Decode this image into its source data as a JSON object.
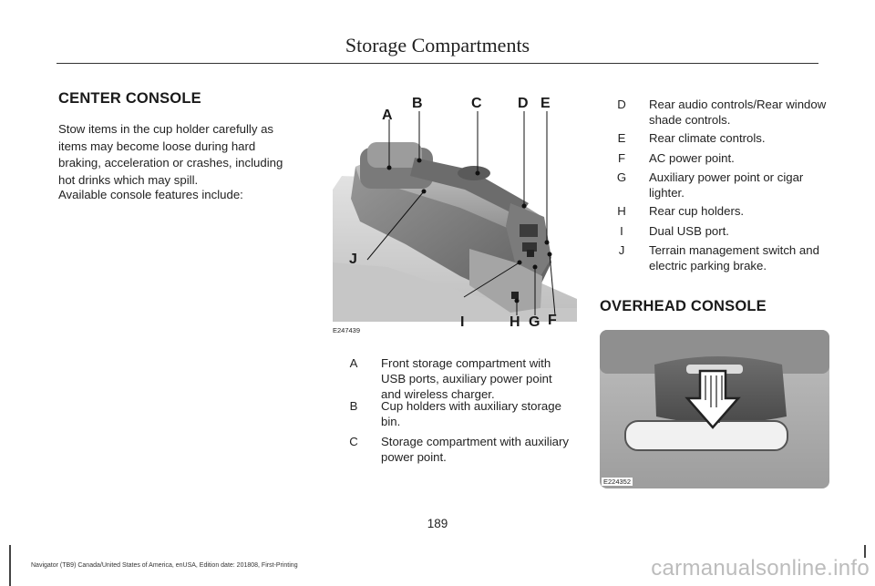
{
  "header": {
    "title": "Storage Compartments"
  },
  "center_console": {
    "heading": "CENTER CONSOLE",
    "paragraphs": [
      [
        "Stow items in the cup holder carefully as",
        "items may become loose during hard",
        "braking, acceleration or crashes, including",
        "hot drinks which may spill."
      ],
      [
        "Available console features include:"
      ]
    ],
    "figure_code": "E247439",
    "callouts": [
      "A",
      "B",
      "C",
      "D",
      "E",
      "F",
      "G",
      "H",
      "I",
      "J"
    ]
  },
  "legend": [
    {
      "letter": "A",
      "lines": [
        "Front storage compartment with",
        "USB ports, auxiliary power point",
        "and wireless charger."
      ]
    },
    {
      "letter": "B",
      "lines": [
        "Cup holders with auxiliary storage",
        "bin."
      ]
    },
    {
      "letter": "C",
      "lines": [
        "Storage compartment with auxiliary",
        "power point."
      ]
    },
    {
      "letter": "D",
      "lines": [
        "Rear audio controls/Rear window",
        "shade controls."
      ]
    },
    {
      "letter": "E",
      "lines": [
        "Rear climate controls."
      ]
    },
    {
      "letter": "F",
      "lines": [
        "AC power point."
      ]
    },
    {
      "letter": "G",
      "lines": [
        "Auxiliary power point or cigar",
        "lighter."
      ]
    },
    {
      "letter": "H",
      "lines": [
        "Rear cup holders."
      ]
    },
    {
      "letter": "I",
      "lines": [
        "Dual USB port."
      ]
    },
    {
      "letter": "J",
      "lines": [
        "Terrain management switch and",
        "electric parking brake."
      ]
    }
  ],
  "overhead_console": {
    "heading": "OVERHEAD CONSOLE",
    "figure_code": "E224352"
  },
  "page_number": "189",
  "footer": "Navigator (TB9) Canada/United States of America, enUSA, Edition date: 201808, First-Printing",
  "watermark": "carmanualsonline.info"
}
